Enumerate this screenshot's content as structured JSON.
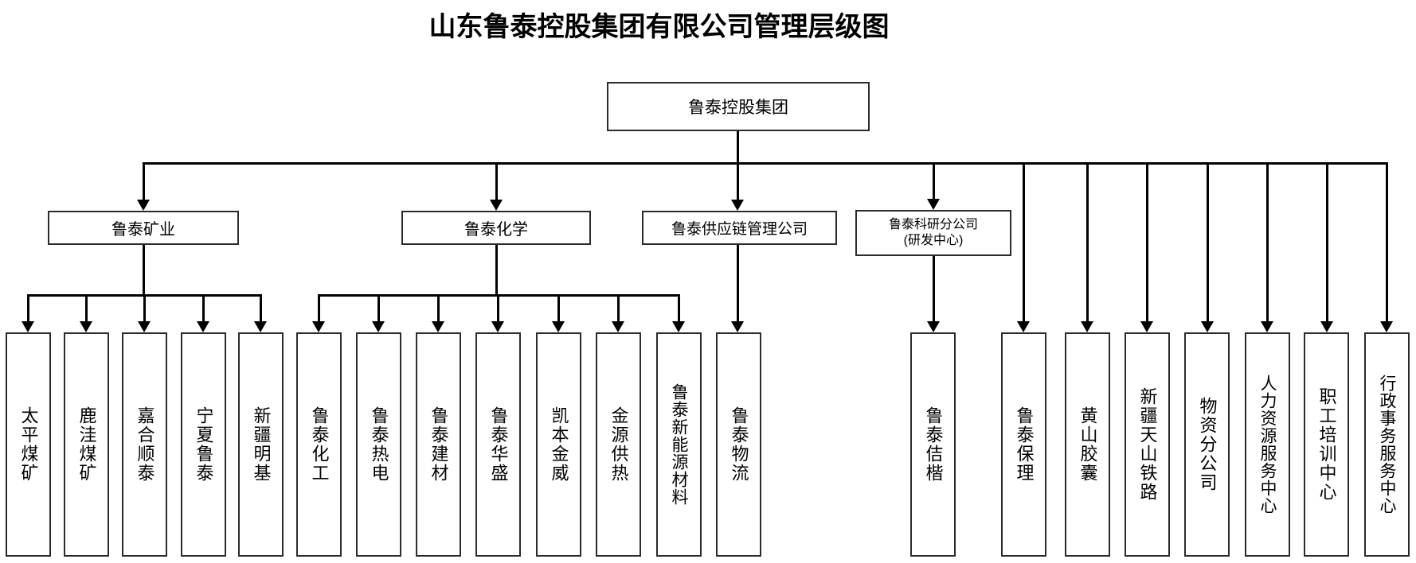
{
  "title": "山东鲁泰控股集团有限公司管理层级图",
  "root": {
    "label": "鲁泰控股集团"
  },
  "groups": [
    {
      "label": "鲁泰矿业",
      "children": [
        "太平煤矿",
        "鹿洼煤矿",
        "嘉合顺泰",
        "宁夏鲁泰",
        "新疆明基"
      ]
    },
    {
      "label": "鲁泰化学",
      "children": [
        "鲁泰化工",
        "鲁泰热电",
        "鲁泰建材",
        "鲁泰华盛",
        "凯本金威",
        "金源供热",
        "鲁泰新能源材料"
      ]
    },
    {
      "label": "鲁泰供应链管理公司",
      "children": [
        "鲁泰物流"
      ]
    },
    {
      "label": "鲁泰科研分公司",
      "label_line2": "(研发中心)",
      "children": [
        "鲁泰佶楷"
      ]
    }
  ],
  "direct_children": [
    "鲁泰保理",
    "黄山胶囊",
    "新疆天山铁路",
    "物资分公司",
    "人力资源服务中心",
    "职工培训中心",
    "行政事务服务中心"
  ],
  "colors": {
    "line": "#000000",
    "box_border": "#2b2b2b",
    "background": "#ffffff",
    "text": "#000000"
  }
}
